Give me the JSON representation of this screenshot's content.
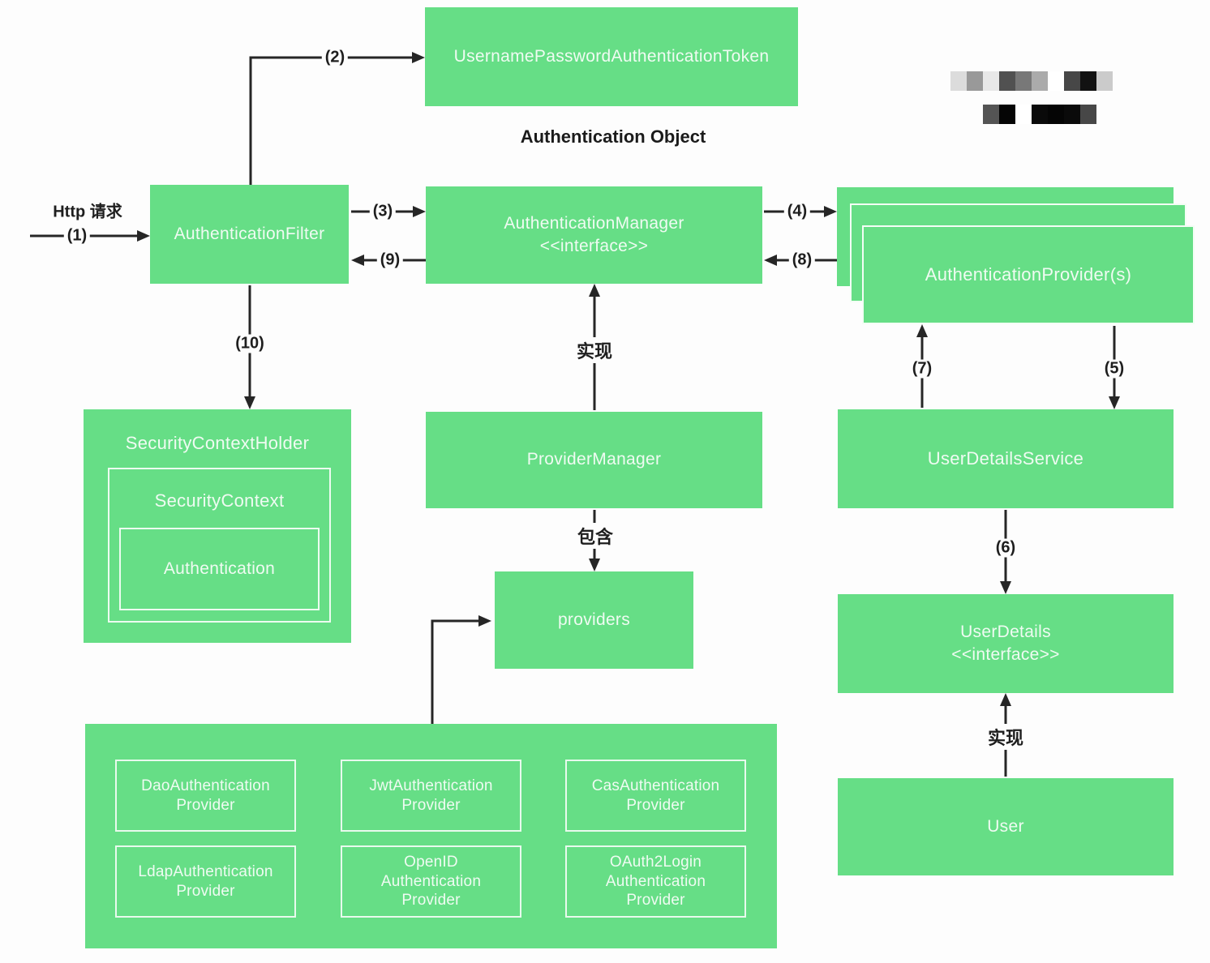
{
  "nodes": {
    "username_password_token": "UsernamePasswordAuthenticationToken",
    "authentication_object_note": "Authentication Object",
    "authentication_filter": "AuthenticationFilter",
    "authentication_manager": "AuthenticationManager",
    "authentication_manager_stereotype": "<<interface>>",
    "authentication_providers": "AuthenticationProvider(s)",
    "security_context_holder": "SecurityContextHolder",
    "security_context": "SecurityContext",
    "authentication": "Authentication",
    "provider_manager": "ProviderManager",
    "providers": "providers",
    "user_details_service": "UserDetailsService",
    "user_details": "UserDetails",
    "user_details_stereotype": "<<interface>>",
    "user": "User",
    "provider_impls": [
      "DaoAuthentication\nProvider",
      "JwtAuthentication\nProvider",
      "CasAuthentication\nProvider",
      "LdapAuthentication\nProvider",
      "OpenID\nAuthentication\nProvider",
      "OAuth2Login\nAuthentication\nProvider"
    ]
  },
  "edge_labels": {
    "http_request": "Http 请求",
    "n1": "(1)",
    "n2": "(2)",
    "n3": "(3)",
    "n4": "(4)",
    "n5": "(5)",
    "n6": "(6)",
    "n7": "(7)",
    "n8": "(8)",
    "n9": "(9)",
    "n10": "(10)",
    "implements_mid": "实现",
    "contains": "包含",
    "implements_right": "实现"
  },
  "colors": {
    "node_fill": "#66DE86",
    "node_text": "#EFFBF2",
    "line": "#262626"
  },
  "watermark": {
    "row1": [
      "#DCDCDC",
      "#999999",
      "#E8E8E8",
      "#515151",
      "#787878",
      "#ABABAB",
      "#FFFFFF",
      "#474747",
      "#121212",
      "#CBCBCB"
    ],
    "row2": [
      "#545454",
      "#050505",
      "#FFFFFF",
      "#0A0A0A",
      "#050505",
      "#0A0A0A",
      "#474747"
    ]
  }
}
